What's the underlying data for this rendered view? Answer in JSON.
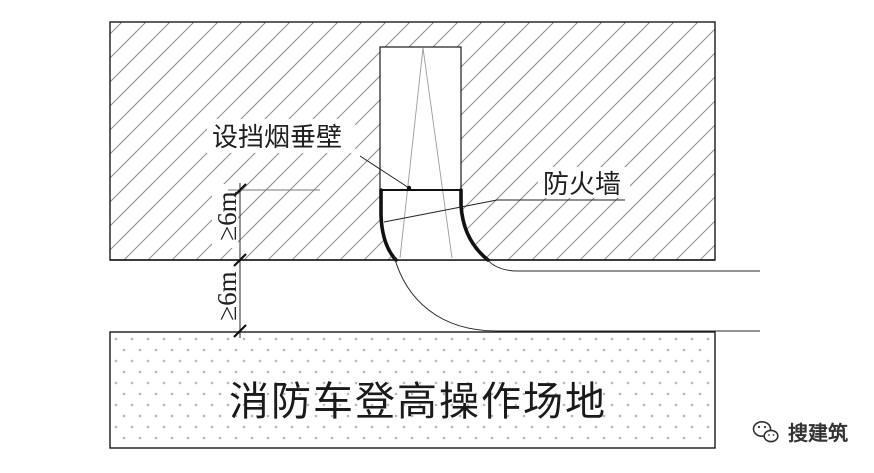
{
  "labels": {
    "smoke_barrier": "设挡烟垂壁",
    "fire_wall": "防火墙",
    "dim_upper": "≥6m",
    "dim_lower": "≥6m",
    "operation_area": "消防车登高操作场地"
  },
  "watermark": {
    "icon": "wechat-icon",
    "text": "搜建筑"
  },
  "colors": {
    "line": "#1a1a1a",
    "hatch": "#8c8c8c",
    "dots": "#9e9e9e",
    "background": "#ffffff"
  }
}
